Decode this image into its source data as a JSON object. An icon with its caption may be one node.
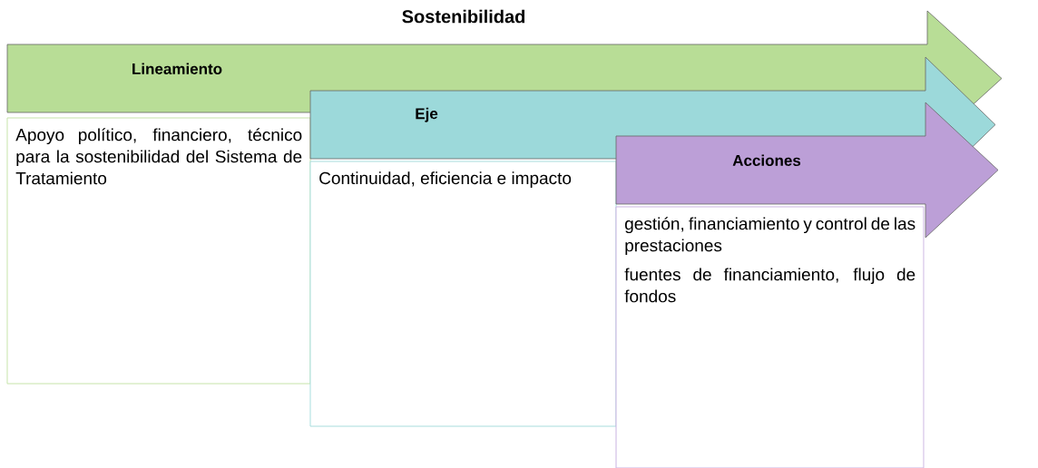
{
  "diagram": {
    "title": "Sostenibilidad",
    "nodes": [
      {
        "text": [
          "Lineamiento"
        ]
      },
      {
        "text": [
          "Apoyo político, financiero, técnico para la sostenibilidad del Sistema de Tratamiento"
        ]
      },
      {
        "text": [
          "Eje"
        ]
      },
      {
        "text": [
          "Continuidad, eficiencia e impacto"
        ]
      },
      {
        "text": [
          "Acciones"
        ]
      },
      {
        "text": [
          "gestión, financiamiento y control de las prestaciones",
          "fuentes de financiamiento, flujo de fondos"
        ]
      }
    ]
  }
}
